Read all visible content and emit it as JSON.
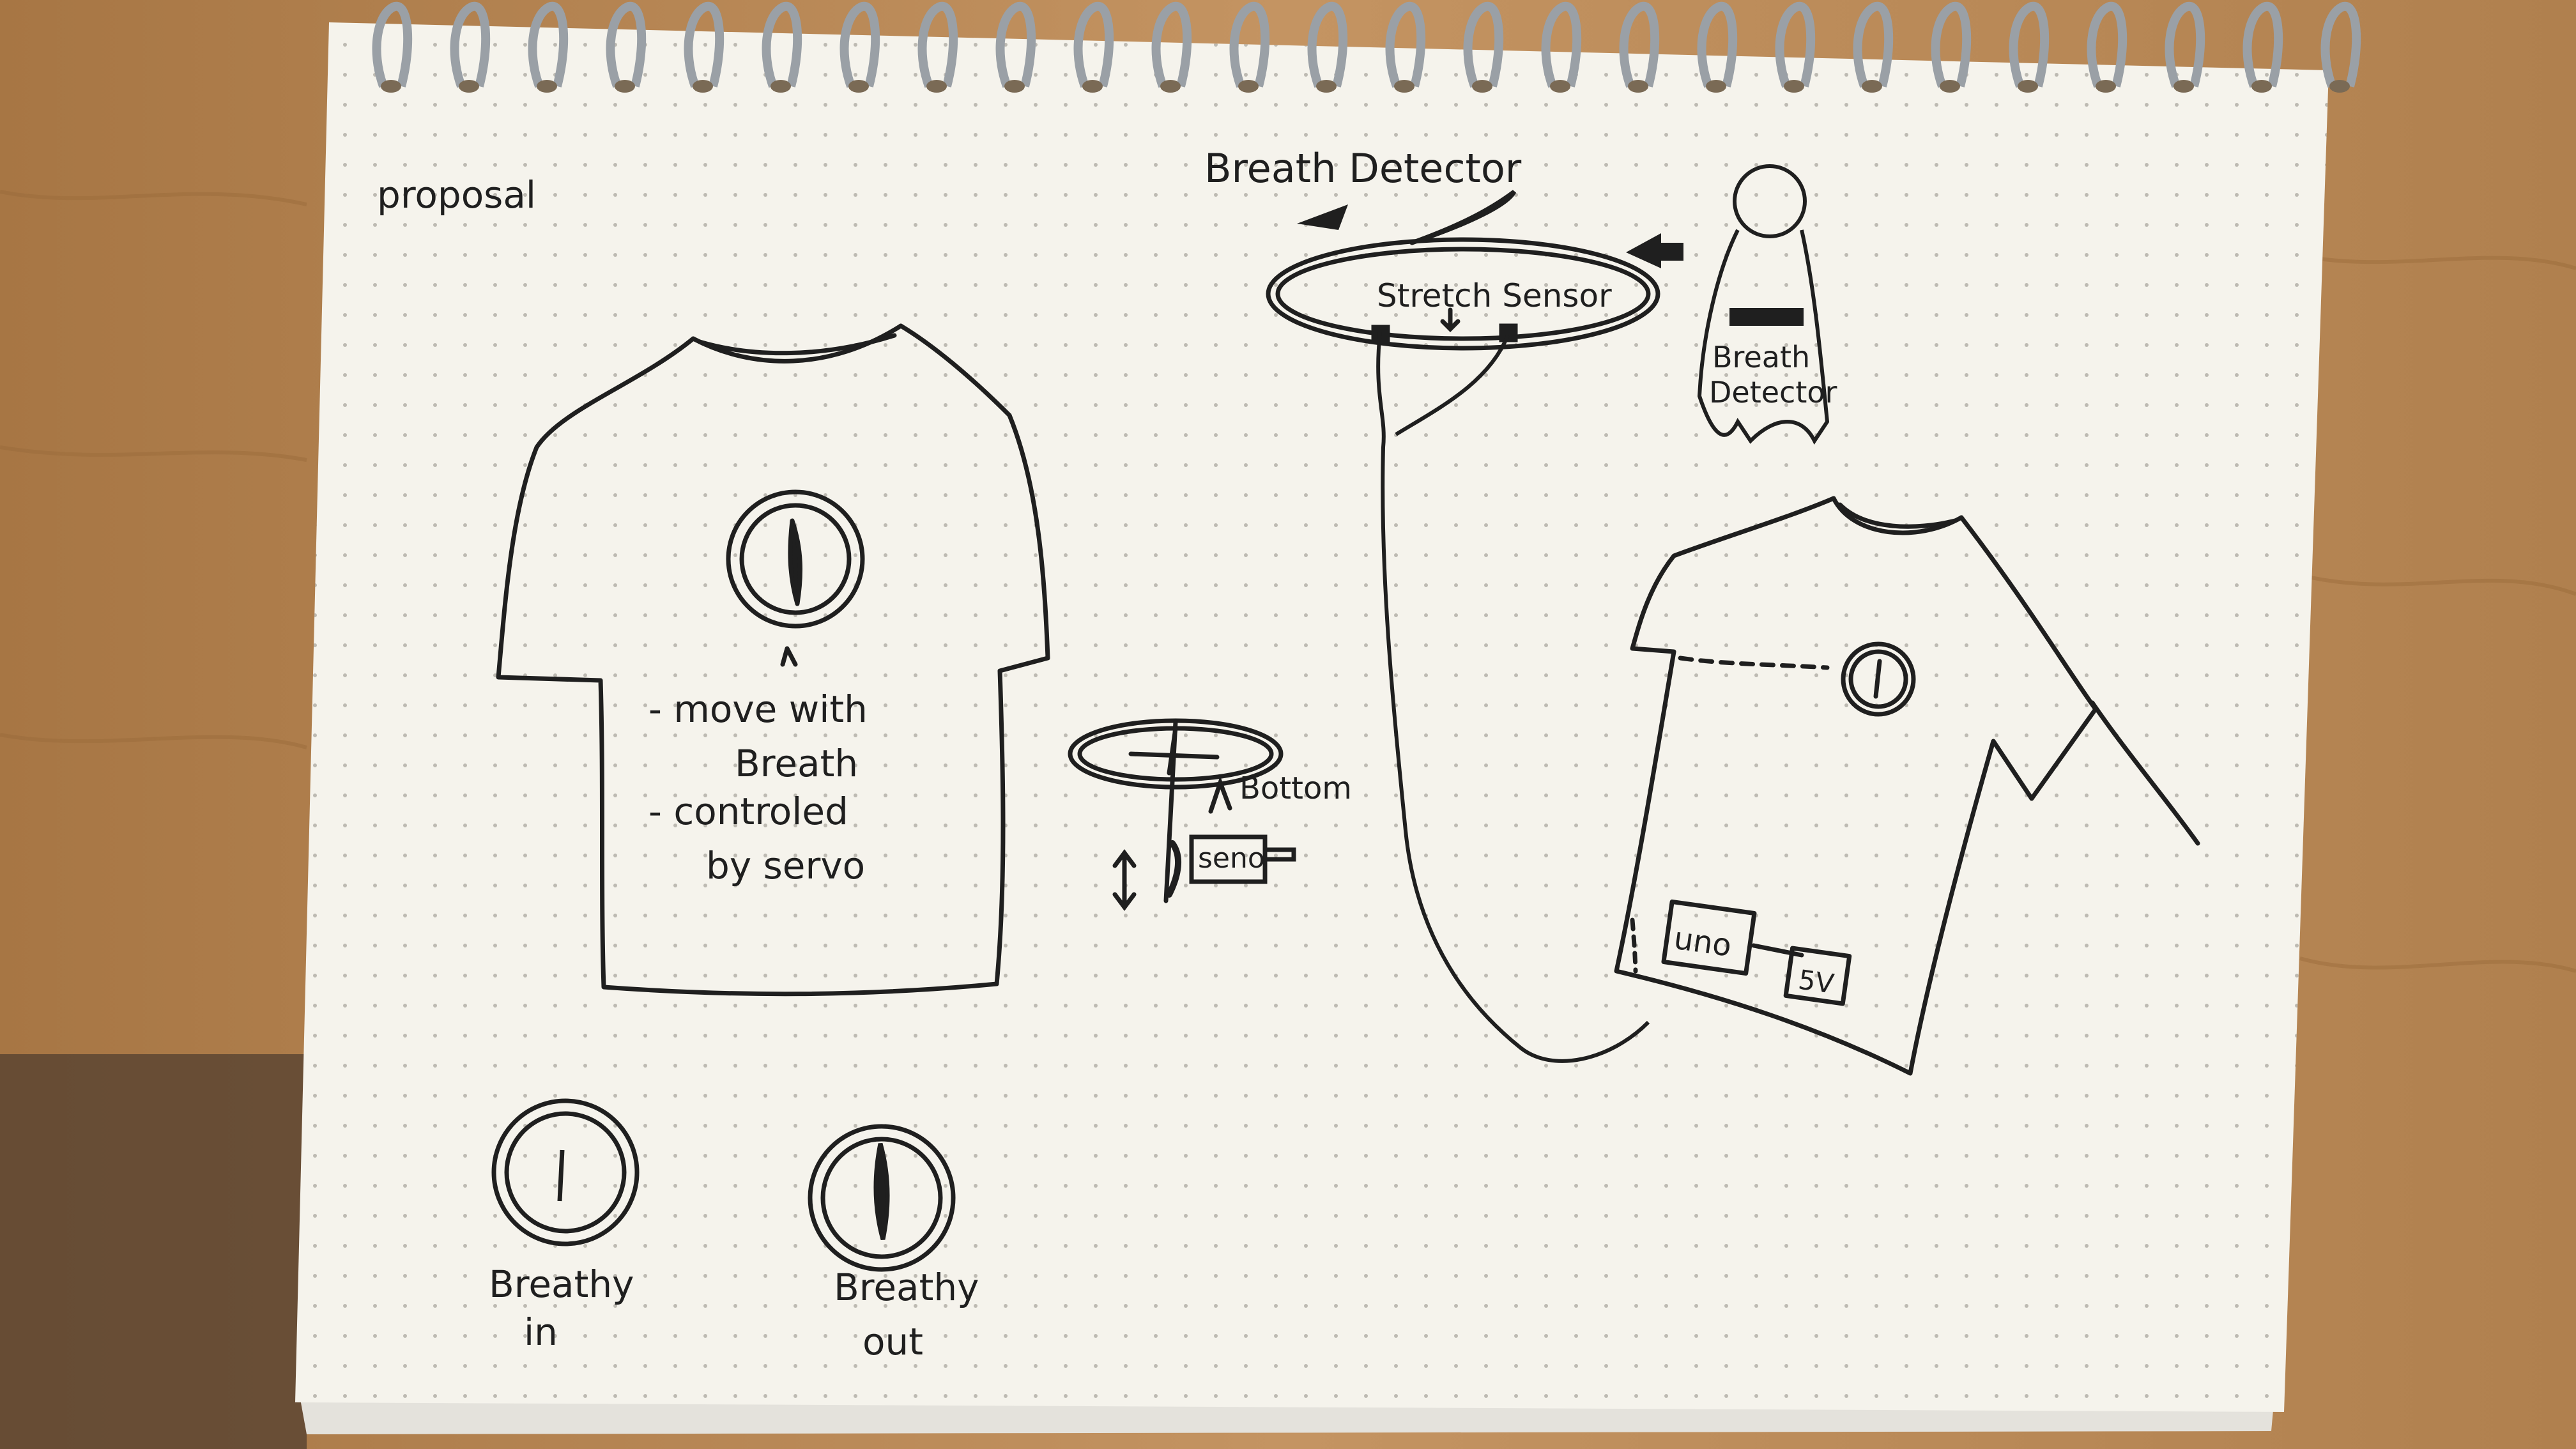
{
  "notebook": {
    "paper_color": "#f5f3ec",
    "ink_color": "#1f1f1f",
    "wood_color": "#b98a55",
    "binding": "spiral-rings"
  },
  "labels": {
    "proposal": "proposal",
    "breath_detector_title": "Breath Detector",
    "stretch_sensor": "Stretch Sensor",
    "breath_detector_side_line1": "Breath",
    "breath_detector_side_line2": "Detector",
    "note_line1": "- move with",
    "note_line2": "Breath",
    "note_line3": "- controled",
    "note_line4": "by servo",
    "bottom": "Bottom",
    "servo": "seno",
    "uno": "uno",
    "five_v": "5V",
    "breathing_in_line1": "Breathy",
    "breathing_in_line2": "in",
    "breathing_out_line1": "Breathy",
    "breathing_out_line2": "out"
  }
}
